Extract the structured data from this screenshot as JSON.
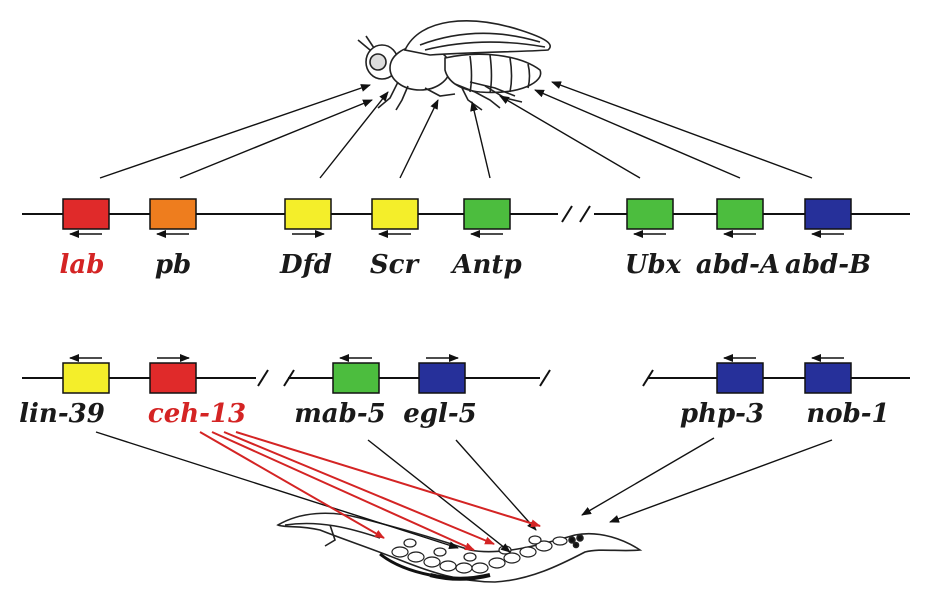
{
  "colors": {
    "line": "#111111",
    "label": "#1a1a1a",
    "highlight": "#d42424",
    "red_box": "#e02a2a",
    "orange_box": "#ee7d1e",
    "yellow_box": "#f4ee2a",
    "green_box": "#4cbd3e",
    "blue_box": "#26309a"
  },
  "fly_cluster": {
    "genes": [
      {
        "name": "lab",
        "color": "red_box",
        "highlight": true
      },
      {
        "name": "pb",
        "color": "orange_box",
        "highlight": false
      },
      {
        "name": "Dfd",
        "color": "yellow_box",
        "highlight": false
      },
      {
        "name": "Scr",
        "color": "yellow_box",
        "highlight": false
      },
      {
        "name": "Antp",
        "color": "green_box",
        "highlight": false
      },
      {
        "name": "Ubx",
        "color": "green_box",
        "highlight": false
      },
      {
        "name": "abd-A",
        "color": "green_box",
        "highlight": false
      },
      {
        "name": "abd-B",
        "color": "blue_box",
        "highlight": false
      }
    ]
  },
  "worm_cluster": {
    "genes": [
      {
        "name": "lin-39",
        "color": "yellow_box",
        "highlight": false
      },
      {
        "name": "ceh-13",
        "color": "red_box",
        "highlight": true
      },
      {
        "name": "mab-5",
        "color": "green_box",
        "highlight": false
      },
      {
        "name": "egl-5",
        "color": "blue_box",
        "highlight": false
      },
      {
        "name": "php-3",
        "color": "blue_box",
        "highlight": false
      },
      {
        "name": "nob-1",
        "color": "blue_box",
        "highlight": false
      }
    ]
  },
  "organisms": {
    "top": "fruit-fly",
    "bottom": "nematode-worm"
  }
}
